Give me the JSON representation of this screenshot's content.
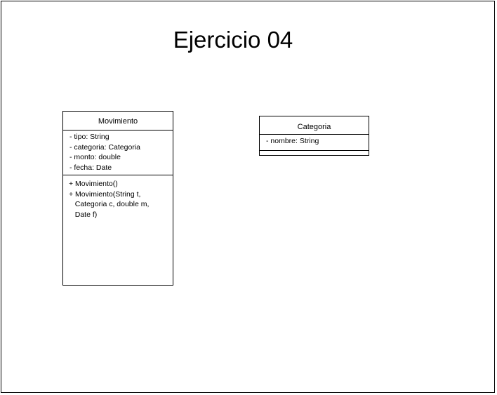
{
  "title": "Ejercicio 04",
  "classes": {
    "movimiento": {
      "name": "Movimiento",
      "attributes": [
        "- tipo: String",
        "- categoria: Categoria",
        "- monto: double",
        "- fecha: Date"
      ],
      "methods": [
        "+ Movimiento()",
        "+ Movimiento(String t,",
        "   Categoria c, double m,",
        "   Date f)"
      ]
    },
    "categoria": {
      "name": "Categoria",
      "attributes": [
        "- nombre: String"
      ],
      "methods": []
    }
  }
}
